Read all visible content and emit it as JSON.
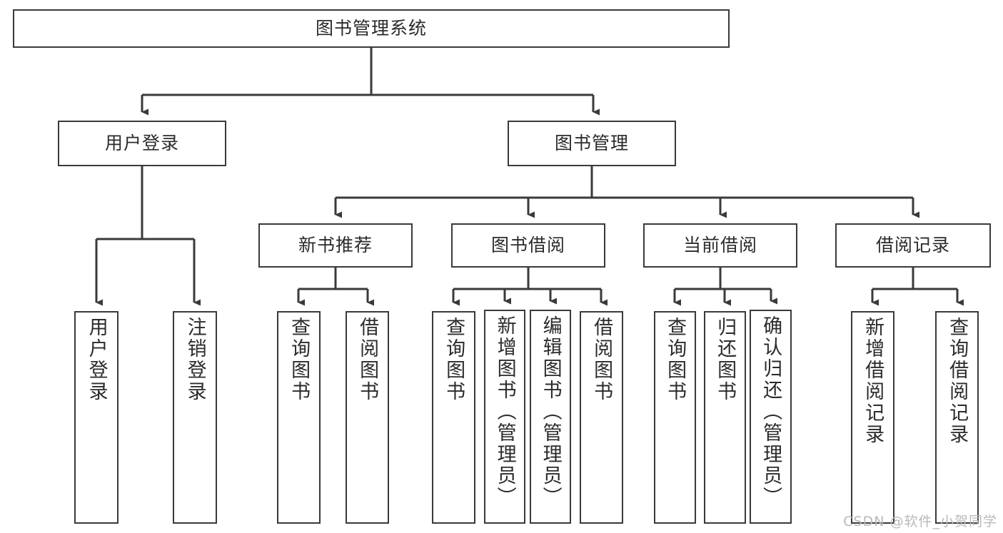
{
  "diagram": {
    "title": "图书管理系统",
    "type": "tree-hierarchy-diagram",
    "root": {
      "id": "root",
      "label": "图书管理系统"
    },
    "level2": [
      {
        "id": "user-login",
        "label": "用户登录"
      },
      {
        "id": "book-manage",
        "label": "图书管理"
      }
    ],
    "level3": [
      {
        "id": "new-book-rec",
        "label": "新书推荐"
      },
      {
        "id": "book-borrow",
        "label": "图书借阅"
      },
      {
        "id": "current-borrow",
        "label": "当前借阅"
      },
      {
        "id": "borrow-record",
        "label": "借阅记录"
      }
    ],
    "leaves": [
      {
        "id": "leaf-user-login",
        "label": "用户登录",
        "parent": "user-login"
      },
      {
        "id": "leaf-logout-login",
        "label": "注销登录",
        "parent": "user-login"
      },
      {
        "id": "leaf-query-book-1",
        "label": "查询图书",
        "parent": "new-book-rec"
      },
      {
        "id": "leaf-borrow-book-1",
        "label": "借阅图书",
        "parent": "new-book-rec"
      },
      {
        "id": "leaf-query-book-2",
        "label": "查询图书",
        "parent": "book-borrow"
      },
      {
        "id": "leaf-add-book",
        "label": "新增图书（管理员）",
        "parent": "book-borrow"
      },
      {
        "id": "leaf-edit-book",
        "label": "编辑图书（管理员）",
        "parent": "book-borrow"
      },
      {
        "id": "leaf-borrow-book-2",
        "label": "借阅图书",
        "parent": "book-borrow"
      },
      {
        "id": "leaf-query-book-3",
        "label": "查询图书",
        "parent": "current-borrow"
      },
      {
        "id": "leaf-return-book",
        "label": "归还图书",
        "parent": "current-borrow"
      },
      {
        "id": "leaf-confirm-return",
        "label": "确认归还（管理员）",
        "parent": "current-borrow"
      },
      {
        "id": "leaf-add-record",
        "label": "新增借阅记录",
        "parent": "borrow-record"
      },
      {
        "id": "leaf-query-record",
        "label": "查询借阅记录",
        "parent": "borrow-record"
      }
    ],
    "colors": {
      "stroke": "#3a3a3a",
      "background": "#ffffff",
      "text": "#2b2b2b",
      "watermark": "#b9b9b9"
    }
  },
  "watermark": {
    "text": "CSDN @软件_小贺同学"
  }
}
